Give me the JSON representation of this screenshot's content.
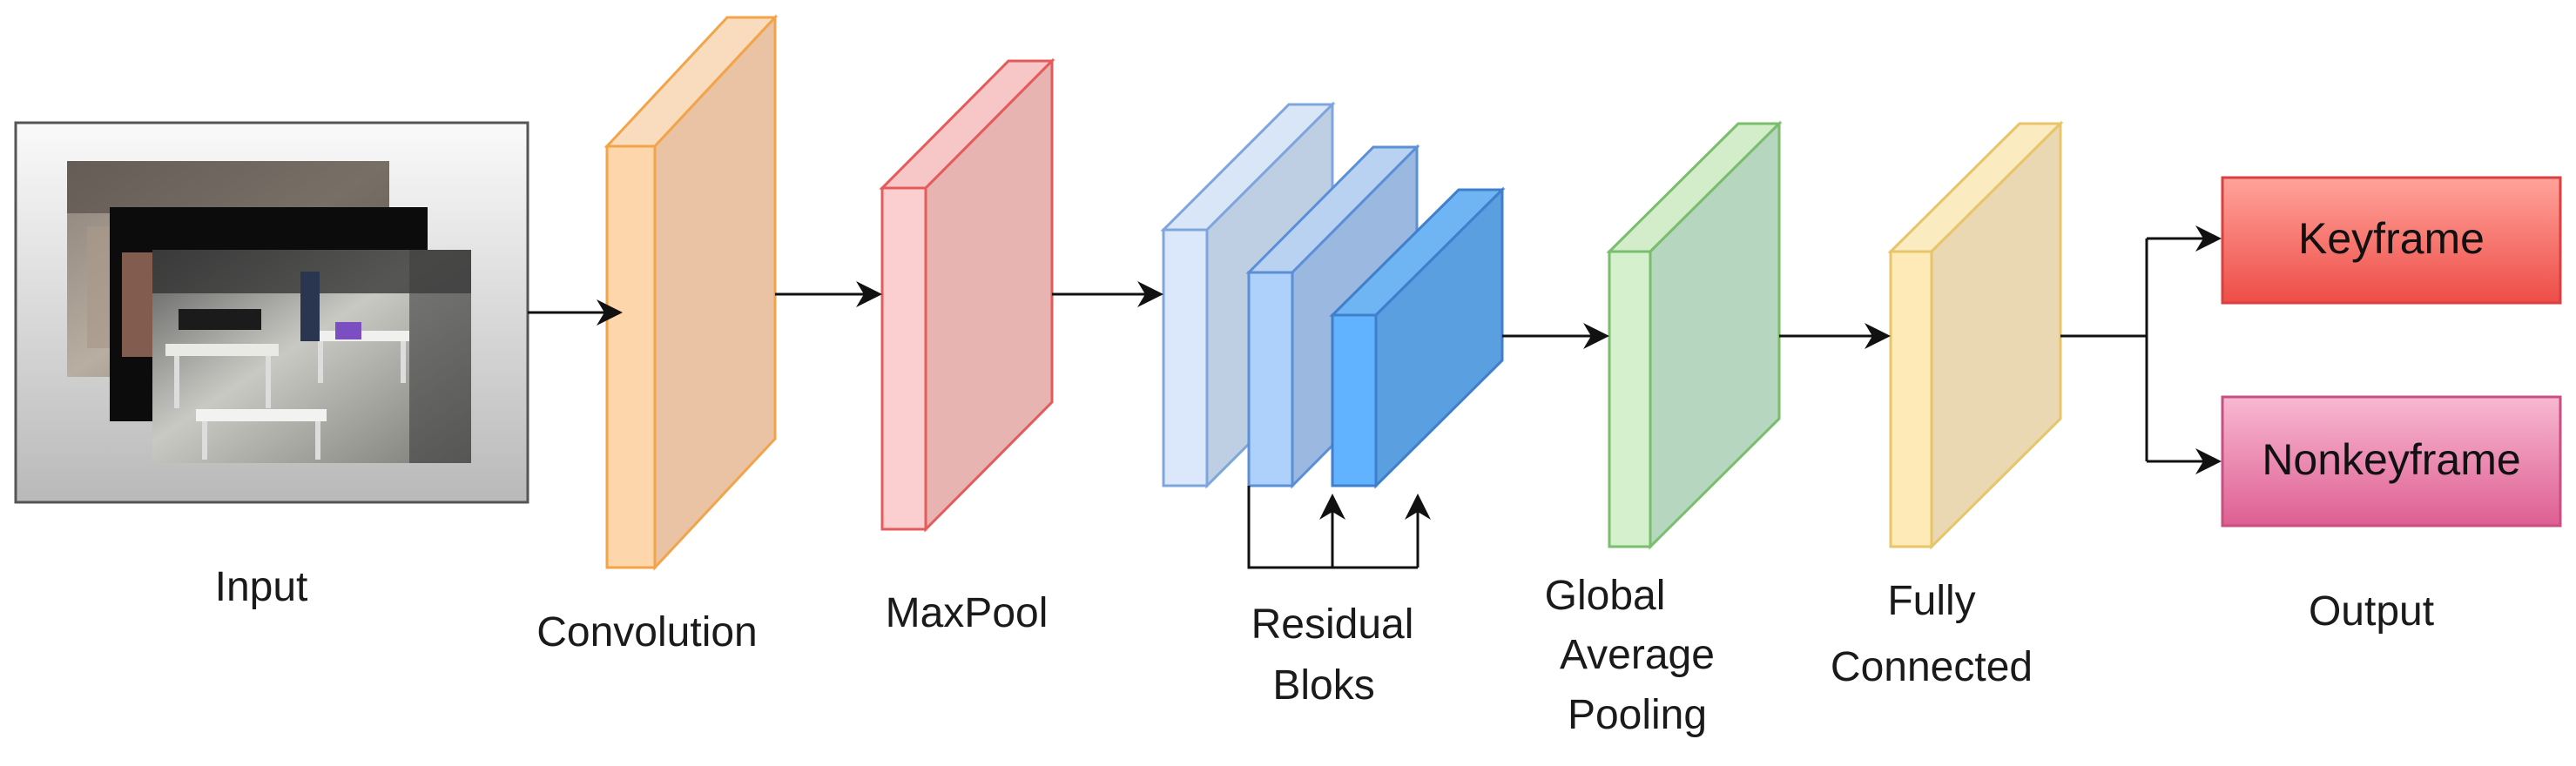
{
  "labels": {
    "input": "Input",
    "convolution": "Convolution",
    "maxpool": "MaxPool",
    "residual_1": "Residual",
    "residual_2": "Bloks",
    "gap_1": "Global",
    "gap_2": "Average",
    "gap_3": "Pooling",
    "fc_1": "Fully",
    "fc_2": "Connected",
    "output": "Output"
  },
  "outputs": [
    {
      "label": "Keyframe",
      "color": "#f05b55"
    },
    {
      "label": "Nonkeyframe",
      "color": "#e0709c"
    }
  ],
  "layer_colors": {
    "convolution": "#f3a44a",
    "maxpool": "#e35b5b",
    "residual": "#5b8fd6",
    "gap": "#78be6c",
    "fully_connected": "#e8c46a"
  },
  "icons": {
    "input_frames": "video-frames-stack"
  }
}
